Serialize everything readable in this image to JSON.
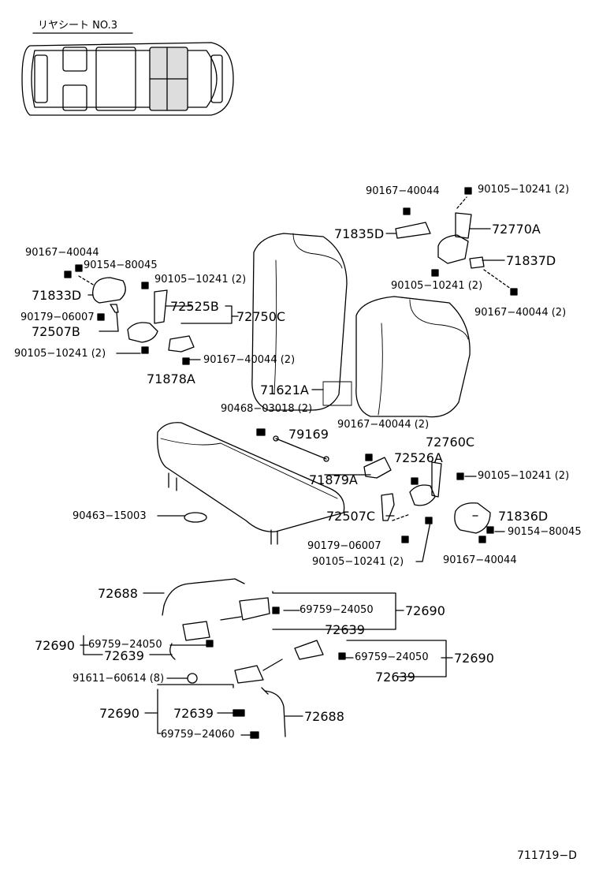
{
  "title": "リヤシート NO.3",
  "labels": {
    "l01": "90167−40044",
    "l02": "90105−10241 (2)",
    "l03": "71835D",
    "l04": "72770A",
    "l05": "71837D",
    "l06": "90105−10241 (2)",
    "l07": "90167−40044 (2)",
    "l08": "90167−40044",
    "l09": "90154−80045",
    "l10": "71833D",
    "l11": "90105−10241 (2)",
    "l12": "90179−06007",
    "l13": "72525B",
    "l14": "72750C",
    "l15": "72507B",
    "l16": "90105−10241 (2)",
    "l17": "90167−40044 (2)",
    "l18": "71878A",
    "l19": "71621A",
    "l20": "90468−03018 (2)",
    "l21": "79169",
    "l22": "90167−40044 (2)",
    "l23": "72760C",
    "l24": "72526A",
    "l25": "71879A",
    "l26": "90105−10241 (2)",
    "l27": "90463−15003",
    "l28": "71836D",
    "l29": "72507C",
    "l30": "90154−80045",
    "l31": "90179−06007",
    "l32": "90167−40044",
    "l33": "90105−10241 (2)",
    "l34": "72688",
    "l35": "69759−24050",
    "l36": "72690",
    "l37": "72639",
    "l38": "72690",
    "l39": "69759−24050",
    "l40": "72639",
    "l41": "91611−60614 (8)",
    "l42": "69759−24050",
    "l43": "72690",
    "l44": "72639",
    "l45": "72690",
    "l46": "72639",
    "l47": "72688",
    "l48": "69759−24060"
  },
  "diagram_id": "711719−D"
}
